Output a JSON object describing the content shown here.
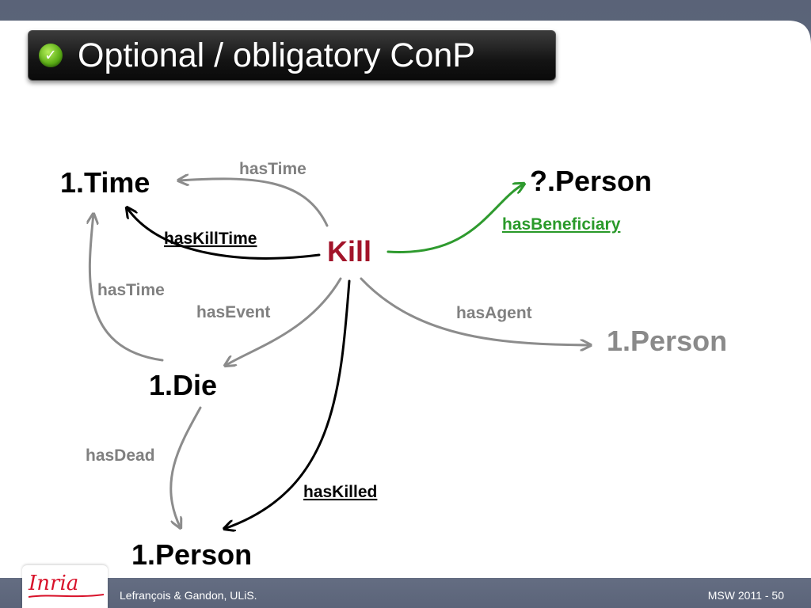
{
  "slide": {
    "title": "Optional / obligatory ConP",
    "title_icon": "check-icon",
    "title_icon_glyph": "✓"
  },
  "diagram": {
    "nodes": {
      "time": "1.Time",
      "kill": "Kill",
      "person_beneficiary": "?.Person",
      "person_agent": "1.Person",
      "die": "1.Die",
      "person_dead": "1.Person"
    },
    "edges": {
      "kill_time_gray": "hasTime",
      "kill_time_black": "hasKillTime",
      "kill_beneficiary": "hasBeneficiary",
      "die_time": "hasTime",
      "kill_die": "hasEvent",
      "kill_agent": "hasAgent",
      "die_dead": "hasDead",
      "kill_killed": "hasKilled"
    },
    "colors": {
      "optional_edge": "#8c8c8c",
      "obligatory_edge": "#000000",
      "beneficiary_edge": "#2e9a2e",
      "kill_node": "#a2142a",
      "agent_node": "#8a8a8a"
    }
  },
  "footer": {
    "logo": "Inria",
    "left": "Lefrançois & Gandon, ULiS.",
    "right": "MSW 2011 - 50"
  }
}
